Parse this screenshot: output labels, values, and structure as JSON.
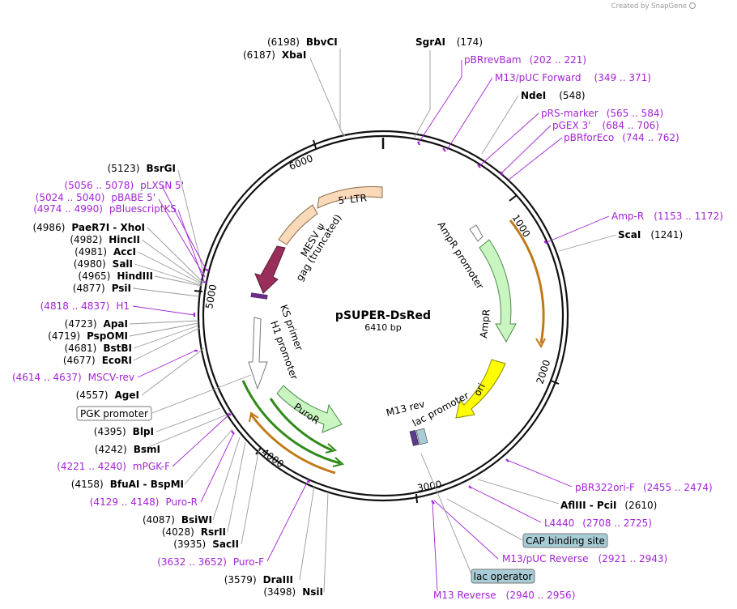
{
  "credit": "Created by SnapGene",
  "plasmid": {
    "name": "pSUPER-DsRed",
    "size": "6410 bp"
  },
  "ring_ticks": [
    "1000",
    "2000",
    "3000",
    "4000",
    "5000",
    "6000"
  ],
  "colors": {
    "primer": "#a323d6",
    "feature_box_fill": "#a8ccd6"
  },
  "right_labels": [
    {
      "id": "sgrai",
      "pos": "(174)",
      "name": "SgrAI",
      "kind": "site"
    },
    {
      "id": "pbrrevbam",
      "name": "pBRrevBam",
      "pos": "(202 .. 221)",
      "kind": "primer"
    },
    {
      "id": "m13puc-fwd",
      "name": "M13/pUC Forward",
      "pos": "(349 .. 371)",
      "kind": "primer"
    },
    {
      "id": "ndei",
      "name": "NdeI",
      "pos": "(548)",
      "kind": "site"
    },
    {
      "id": "prs-marker",
      "name": "pRS-marker",
      "pos": "(565 .. 584)",
      "kind": "primer"
    },
    {
      "id": "pgex3",
      "name": "pGEX 3'",
      "pos": "(684 .. 706)",
      "kind": "primer"
    },
    {
      "id": "pbrforeco",
      "name": "pBRforEco",
      "pos": "(744 .. 762)",
      "kind": "primer"
    },
    {
      "id": "amp-r-primer",
      "name": "Amp-R",
      "pos": "(1153 .. 1172)",
      "kind": "primer"
    },
    {
      "id": "scai",
      "name": "ScaI",
      "pos": "(1241)",
      "kind": "site"
    },
    {
      "id": "pbr322ori-f",
      "name": "pBR322ori-F",
      "pos": "(2455 .. 2474)",
      "kind": "primer"
    },
    {
      "id": "afliii-pcii",
      "name": "AflIII - PciI",
      "pos": "(2610)",
      "kind": "site"
    },
    {
      "id": "l4440",
      "name": "L4440",
      "pos": "(2708 .. 2725)",
      "kind": "primer"
    },
    {
      "id": "cap-site",
      "name": "CAP binding site",
      "kind": "box"
    },
    {
      "id": "m13puc-rev",
      "name": "M13/pUC Reverse",
      "pos": "(2921 .. 2943)",
      "kind": "primer"
    },
    {
      "id": "lac-operator",
      "name": "lac operator",
      "kind": "box"
    },
    {
      "id": "m13-reverse",
      "name": "M13 Reverse",
      "pos": "(2940 .. 2956)",
      "kind": "primer"
    }
  ],
  "left_labels": [
    {
      "id": "bbvci",
      "pos": "(6198)",
      "name": "BbvCI",
      "kind": "site"
    },
    {
      "id": "xbai",
      "pos": "(6187)",
      "name": "XbaI",
      "kind": "site"
    },
    {
      "id": "bsrgi",
      "pos": "(5123)",
      "name": "BsrGI",
      "kind": "site"
    },
    {
      "id": "plxsn5",
      "pos": "(5056 .. 5078)",
      "name": "pLXSN 5'",
      "kind": "primer"
    },
    {
      "id": "pbabe5",
      "pos": "(5024 .. 5040)",
      "name": "pBABE 5'",
      "kind": "primer"
    },
    {
      "id": "pbluescriptks",
      "pos": "(4974 .. 4990)",
      "name": "pBluescriptKS",
      "kind": "primer"
    },
    {
      "id": "paer7i-xhoi",
      "pos": "(4986)",
      "name": "PaeR7I - XhoI",
      "kind": "site"
    },
    {
      "id": "hincii",
      "pos": "(4982)",
      "name": "HincII",
      "kind": "site"
    },
    {
      "id": "acci",
      "pos": "(4981)",
      "name": "AccI",
      "kind": "site"
    },
    {
      "id": "sali",
      "pos": "(4980)",
      "name": "SalI",
      "kind": "site"
    },
    {
      "id": "hindiii",
      "pos": "(4965)",
      "name": "HindIII",
      "kind": "site"
    },
    {
      "id": "psii",
      "pos": "(4877)",
      "name": "PsiI",
      "kind": "site"
    },
    {
      "id": "h1-primer",
      "pos": "(4818 .. 4837)",
      "name": "H1",
      "kind": "primer"
    },
    {
      "id": "apai",
      "pos": "(4723)",
      "name": "ApaI",
      "kind": "site"
    },
    {
      "id": "pspomi",
      "pos": "(4719)",
      "name": "PspOMI",
      "kind": "site"
    },
    {
      "id": "bstbi",
      "pos": "(4681)",
      "name": "BstBI",
      "kind": "site"
    },
    {
      "id": "ecori",
      "pos": "(4677)",
      "name": "EcoRI",
      "kind": "site"
    },
    {
      "id": "mscv-rev",
      "pos": "(4614 .. 4637)",
      "name": "MSCV-rev",
      "kind": "primer"
    },
    {
      "id": "agei",
      "pos": "(4557)",
      "name": "AgeI",
      "kind": "site"
    },
    {
      "id": "pgk-promoter-box",
      "name": "PGK promoter",
      "kind": "box"
    },
    {
      "id": "blpi",
      "pos": "(4395)",
      "name": "BlpI",
      "kind": "site"
    },
    {
      "id": "bsmi",
      "pos": "(4242)",
      "name": "BsmI",
      "kind": "site"
    },
    {
      "id": "mpgk-f",
      "pos": "(4221 .. 4240)",
      "name": "mPGK-F",
      "kind": "primer"
    },
    {
      "id": "bfuai-bspmi",
      "pos": "(4158)",
      "name": "BfuAI - BspMI",
      "kind": "site"
    },
    {
      "id": "puro-r-primer",
      "pos": "(4129 .. 4148)",
      "name": "Puro-R",
      "kind": "primer"
    },
    {
      "id": "bsiwi",
      "pos": "(4087)",
      "name": "BsiWI",
      "kind": "site"
    },
    {
      "id": "rsrii",
      "pos": "(4028)",
      "name": "RsrII",
      "kind": "site"
    },
    {
      "id": "sacii",
      "pos": "(3935)",
      "name": "SacII",
      "kind": "site"
    },
    {
      "id": "puro-f",
      "pos": "(3632 .. 3652)",
      "name": "Puro-F",
      "kind": "primer"
    },
    {
      "id": "draiii",
      "pos": "(3579)",
      "name": "DraIII",
      "kind": "site"
    },
    {
      "id": "nsii",
      "pos": "(3498)",
      "name": "NsiI",
      "kind": "site"
    }
  ],
  "features": [
    {
      "id": "5-ltr",
      "name": "5' LTR"
    },
    {
      "id": "mesv-psi",
      "name": "MESV ψ"
    },
    {
      "id": "gag-truncated",
      "name": "gag (truncated)"
    },
    {
      "id": "ks-primer",
      "name": "KS primer"
    },
    {
      "id": "h1-promoter",
      "name": "H1 promoter"
    },
    {
      "id": "puror",
      "name": "PuroR"
    },
    {
      "id": "ampr-promoter",
      "name": "AmpR promoter"
    },
    {
      "id": "ampr",
      "name": "AmpR"
    },
    {
      "id": "ori",
      "name": "ori"
    },
    {
      "id": "m13-rev",
      "name": "M13 rev"
    },
    {
      "id": "lac-promoter",
      "name": "lac promoter"
    }
  ]
}
